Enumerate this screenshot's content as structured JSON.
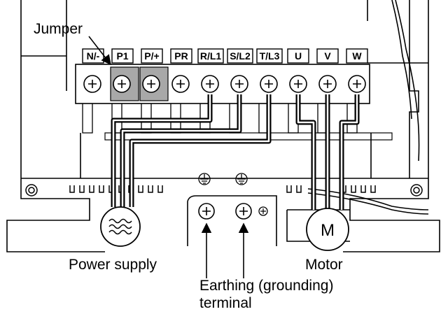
{
  "diagram": {
    "terminal_labels": [
      "N/-",
      "P1",
      "P/+",
      "PR",
      "R/L1",
      "S/L2",
      "T/L3",
      "U",
      "V",
      "W"
    ],
    "callouts": {
      "jumper": "Jumper",
      "power_supply": "Power supply",
      "motor": "Motor",
      "earthing_line1": "Earthing (grounding)",
      "earthing_line2": "terminal"
    },
    "motor_symbol": "M",
    "colors": {
      "line": "#000000",
      "jumper_fill": "#a8a8a8",
      "background": "#ffffff"
    }
  }
}
